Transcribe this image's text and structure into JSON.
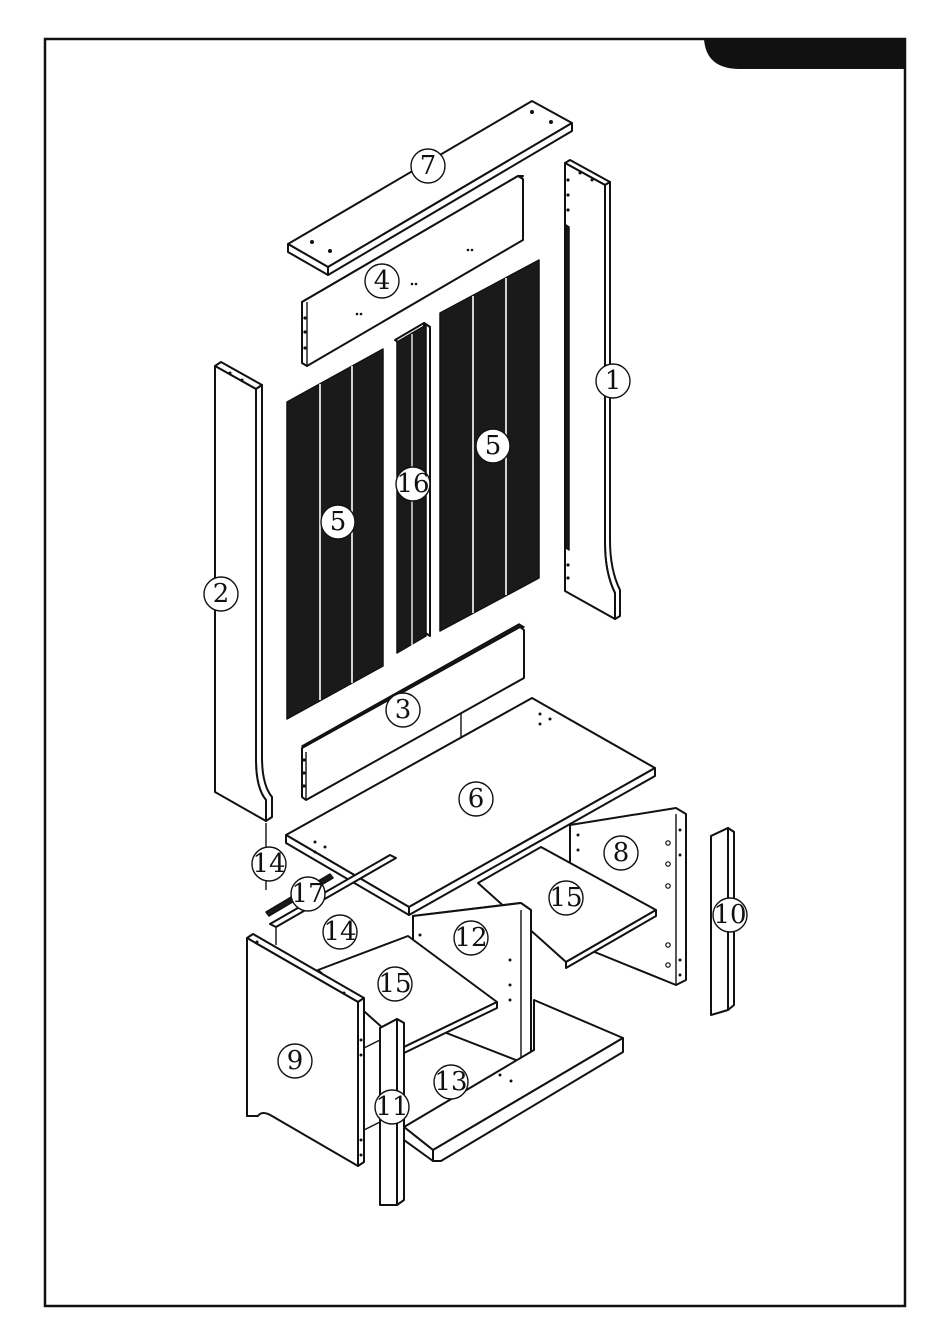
{
  "header_tab": {
    "text": ""
  },
  "parts": [
    {
      "id": "label-1",
      "number": "1"
    },
    {
      "id": "label-2",
      "number": "2"
    },
    {
      "id": "label-3",
      "number": "3"
    },
    {
      "id": "label-4",
      "number": "4"
    },
    {
      "id": "label-5a",
      "number": "5"
    },
    {
      "id": "label-5b",
      "number": "5"
    },
    {
      "id": "label-6",
      "number": "6"
    },
    {
      "id": "label-7",
      "number": "7"
    },
    {
      "id": "label-8",
      "number": "8"
    },
    {
      "id": "label-9",
      "number": "9"
    },
    {
      "id": "label-10",
      "number": "10"
    },
    {
      "id": "label-11",
      "number": "11"
    },
    {
      "id": "label-12",
      "number": "12"
    },
    {
      "id": "label-13",
      "number": "13"
    },
    {
      "id": "label-14a",
      "number": "14"
    },
    {
      "id": "label-14b",
      "number": "14"
    },
    {
      "id": "label-15a",
      "number": "15"
    },
    {
      "id": "label-15b",
      "number": "15"
    },
    {
      "id": "label-16",
      "number": "16"
    },
    {
      "id": "label-17",
      "number": "17"
    }
  ]
}
